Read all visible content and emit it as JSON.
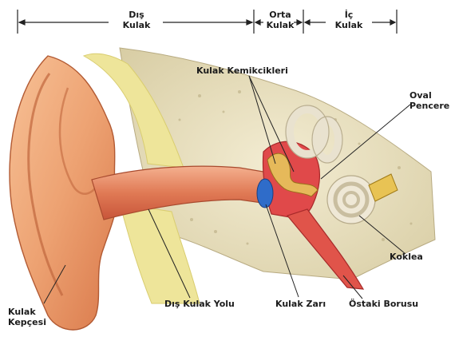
{
  "header": {
    "outer": "Dış\nKulak",
    "middle": "Orta\nKulak",
    "inner": "İç\nKulak"
  },
  "labels": {
    "ossicles": "Kulak Kemikcikleri",
    "oval_window": "Oval\nPencere",
    "cochlea": "Koklea",
    "pinna": "Kulak\nKepçesi",
    "ear_canal": "Dış Kulak Yolu",
    "eardrum": "Kulak Zarı",
    "eustachian": "Östaki Borusu"
  }
}
